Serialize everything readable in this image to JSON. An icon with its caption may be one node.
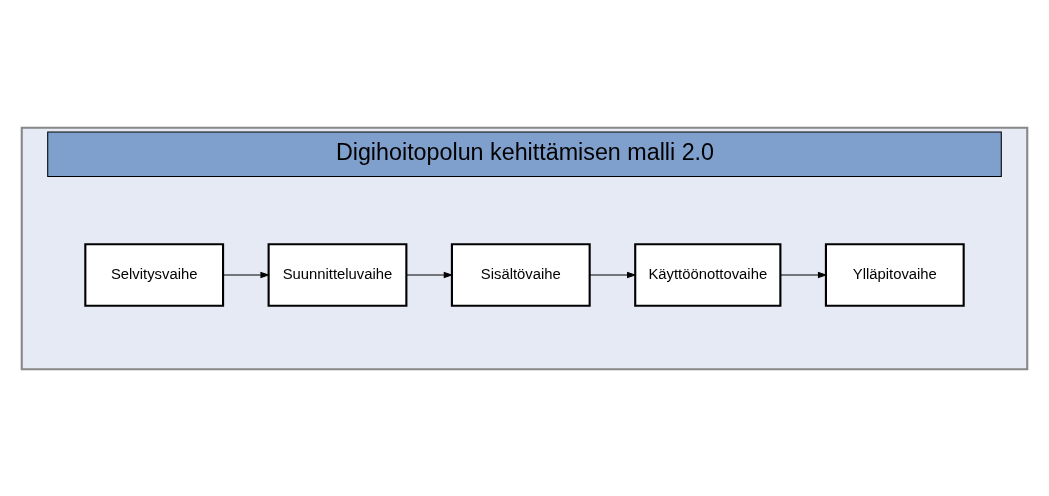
{
  "diagram": {
    "nodes": [
      {
        "text": [
          "Digihoitopolun kehittämisen malli 2.0"
        ]
      },
      {
        "text": [
          "Selvitysvaihe"
        ],
        "in": 0
      },
      {
        "text": [
          "Suunnitteluvaihe"
        ],
        "in": 0
      },
      {
        "text": [
          "Sisältövaihe"
        ],
        "in": 0
      },
      {
        "text": [
          "Käyttöönottovaihe"
        ],
        "in": 0
      },
      {
        "text": [
          "Ylläpitovaihe"
        ],
        "in": 0
      }
    ],
    "edges": [
      {
        "from": 1,
        "to": 2,
        "arrow": "to"
      },
      {
        "from": 2,
        "to": 3,
        "arrow": "to"
      },
      {
        "from": 3,
        "to": 4,
        "arrow": "to"
      },
      {
        "from": 4,
        "to": 5,
        "arrow": "to"
      }
    ]
  }
}
